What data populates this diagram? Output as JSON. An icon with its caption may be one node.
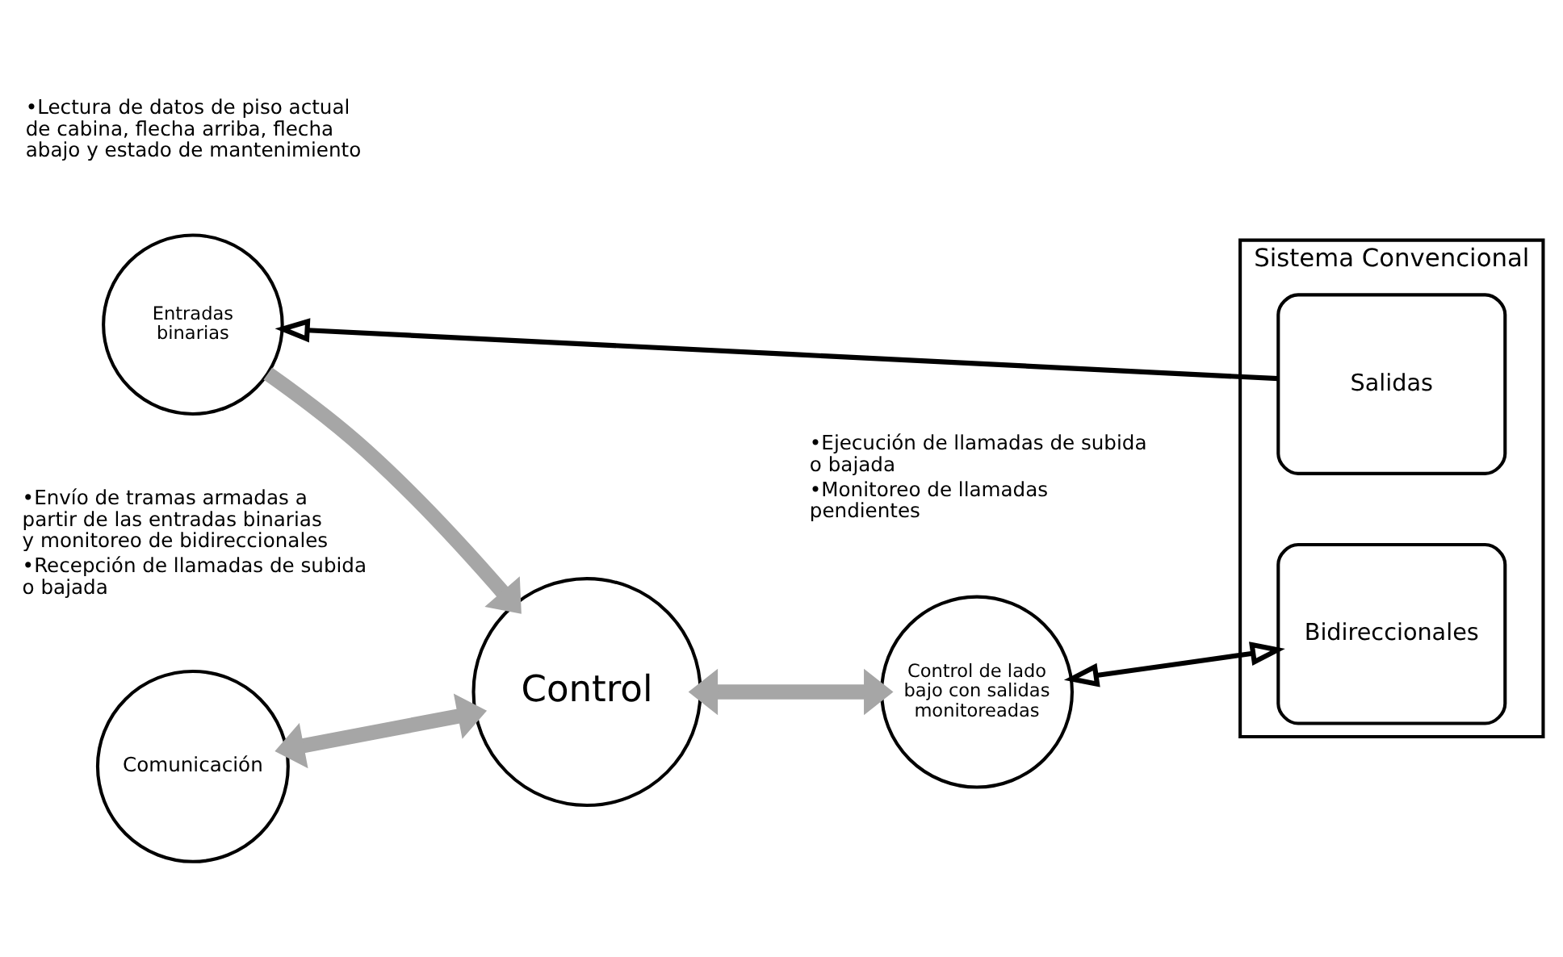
{
  "diagram": {
    "nodes": [
      {
        "text": [
          "Comunicación"
        ],
        "beside": [
          "•Envío de tramas armadas a partir de las entradas binarias y monitoreo de bidireccionales",
          "•Recepción de llamadas de subida o bajada"
        ]
      },
      {
        "text": [
          "Control"
        ]
      },
      {
        "text": [
          "Entradas binarias"
        ],
        "beside": [
          "•Lectura de datos de piso actual de cabina, flecha arriba, flecha abajo y estado de mantenimiento"
        ]
      },
      {
        "text": [
          "Control de lado bajo con salidas monitoreadas"
        ],
        "beside": [
          "•Ejecución de llamadas de subida o bajada",
          "•Monitoreo de llamadas pendientes"
        ]
      },
      {
        "text": [
          "Sistema Convencional"
        ]
      },
      {
        "text": [
          "Salidas"
        ],
        "in": 4
      },
      {
        "text": [
          "Bidireccionales"
        ],
        "in": 4
      }
    ],
    "edges": [
      {
        "from": 0,
        "to": 1,
        "arrow": "both"
      },
      {
        "from": 2,
        "to": 1,
        "arrow": "to"
      },
      {
        "from": 1,
        "to": 3,
        "arrow": "both"
      },
      {
        "from": 5,
        "to": 2,
        "arrow": "to",
        "color": "#000000"
      },
      {
        "from": 3,
        "to": 6,
        "arrow": "both",
        "color": "#000000"
      }
    ]
  }
}
